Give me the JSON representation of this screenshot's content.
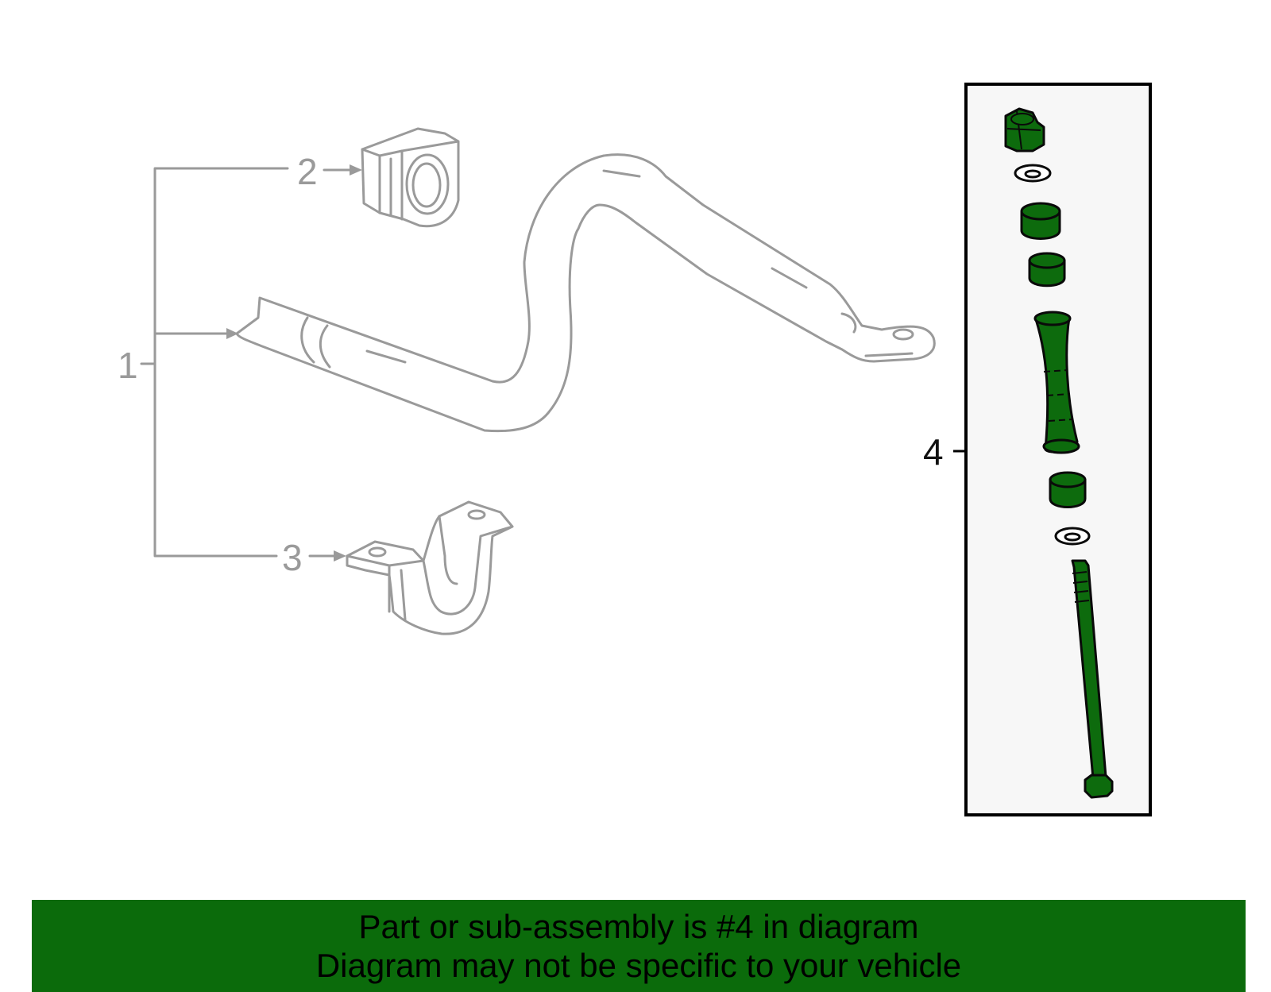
{
  "callouts": {
    "c1": "1",
    "c2": "2",
    "c3": "3",
    "c4": "4"
  },
  "banner": {
    "line1": "Part or sub-assembly is #4 in diagram",
    "line2": "Diagram may not be specific to your vehicle"
  },
  "colors": {
    "highlight_green": "#0b6b0b",
    "outline_grey": "#9a9a9a",
    "kit_panel_bg": "#f7f7f7"
  },
  "highlighted_part": "4"
}
